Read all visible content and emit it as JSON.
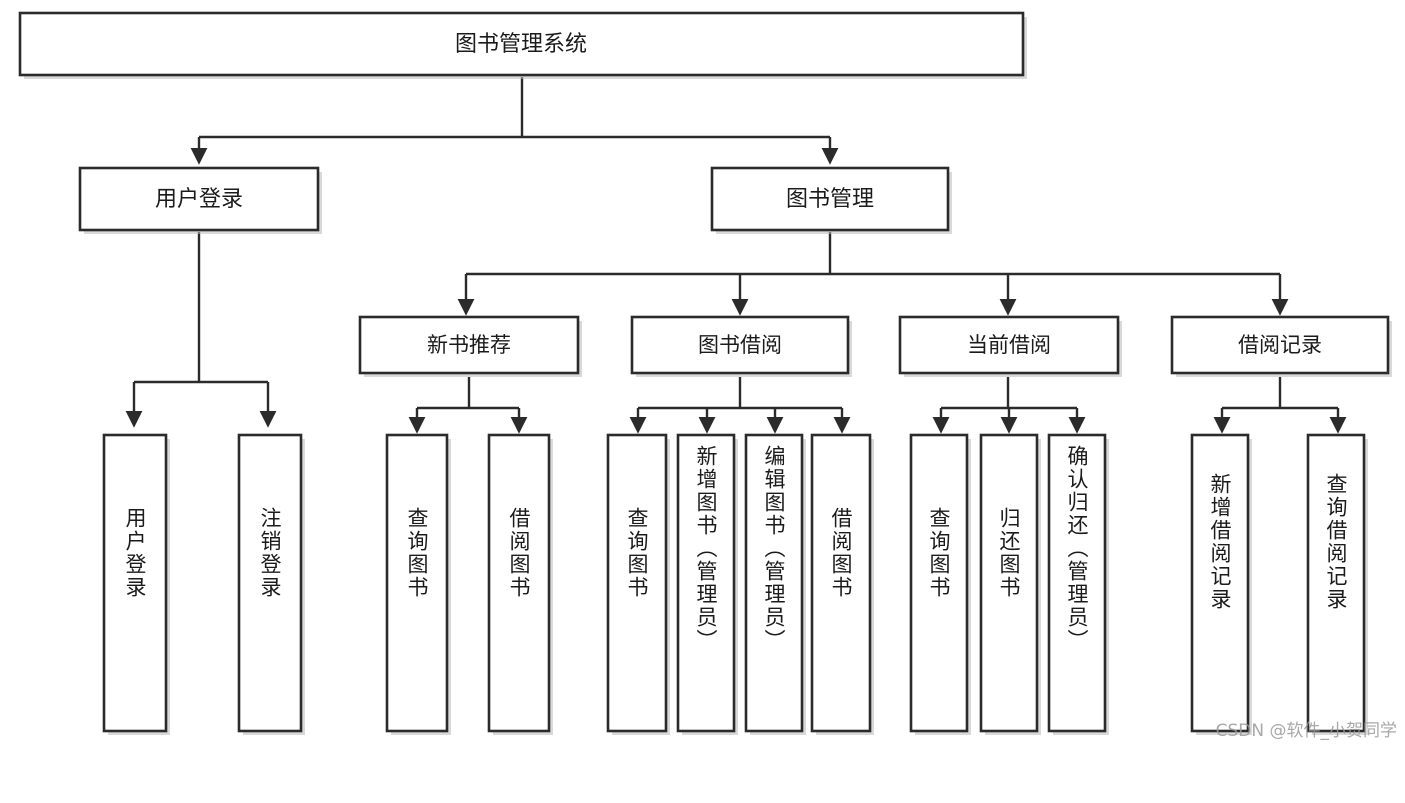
{
  "diagram": {
    "title": "图书管理系统",
    "watermark": "CSDN @软件_小贺同学",
    "type": "tree-hierarchy",
    "root": {
      "label": "图书管理系统"
    },
    "level2": [
      {
        "label": "用户登录"
      },
      {
        "label": "图书管理"
      }
    ],
    "level3": [
      {
        "label": "新书推荐"
      },
      {
        "label": "图书借阅"
      },
      {
        "label": "当前借阅"
      },
      {
        "label": "借阅记录"
      }
    ],
    "leaves": {
      "user_login": [
        {
          "label": "用户登录"
        },
        {
          "label": "注销登录"
        }
      ],
      "new_book_recommend": [
        {
          "label": "查询图书"
        },
        {
          "label": "借阅图书"
        }
      ],
      "book_borrow": [
        {
          "label": "查询图书"
        },
        {
          "label": "新增图书（管理员）"
        },
        {
          "label": "编辑图书（管理员）"
        },
        {
          "label": "借阅图书"
        }
      ],
      "current_borrow": [
        {
          "label": "查询图书"
        },
        {
          "label": "归还图书"
        },
        {
          "label": "确认归还（管理员）"
        }
      ],
      "borrow_record": [
        {
          "label": "新增借阅记录"
        },
        {
          "label": "查询借阅记录"
        }
      ]
    },
    "colors": {
      "box_stroke": "#2b2b2b",
      "box_fill": "#ffffff",
      "text": "#1b1b1b",
      "background": "#ffffff",
      "watermark": "#9a9a9a"
    }
  }
}
